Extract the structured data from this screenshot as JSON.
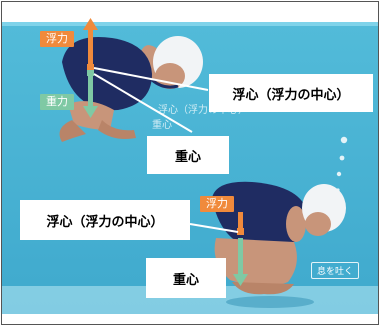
{
  "top_diver": {
    "buoyancy_tag": "浮力",
    "gravity_tag": "重力",
    "buoyancy_center_callout": "浮心（浮力の中心）",
    "center_of_gravity_callout": "重心",
    "ghost_buoyancy_center": "浮心（浮力の中心）",
    "ghost_center_of_gravity": "重心"
  },
  "bottom_diver": {
    "buoyancy_tag": "浮力",
    "buoyancy_center_callout": "浮心（浮力の中心）",
    "center_of_gravity_callout": "重心",
    "exhale_label": "息を吐く"
  },
  "colors": {
    "water": "#4cb6d6",
    "buoyancy": "#f08a3c",
    "gravity": "#7fc9a4",
    "suit": "#1f2c62",
    "skin": "#c8957a",
    "cap": "#f2f4f6"
  }
}
